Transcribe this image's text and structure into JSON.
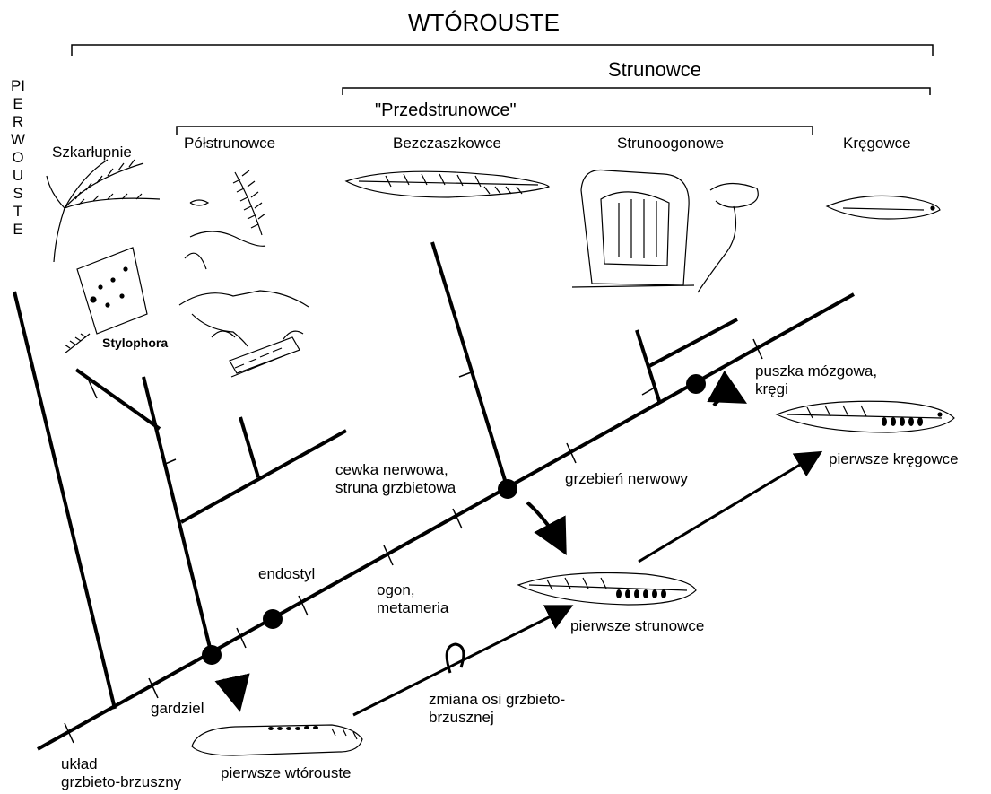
{
  "title": "WTÓROUSTE",
  "left_vertical_label": "PIERWOUSTE",
  "strunowce_label": "Strunowce",
  "przedstrunowce_label": "\"Przedstrunowce\"",
  "groups": {
    "szkarlupnie": "Szkarłupnie",
    "stylophora": "Stylophora",
    "polstrunowce": "Półstrunowce",
    "bezczaszkowce": "Bezczaszkowce",
    "strunoogonowe": "Strunoogonowe",
    "kregowce": "Kręgowce"
  },
  "characters": {
    "uklad": "układ\ngrzbieto-brzuszny",
    "gardziel": "gardziel",
    "endostyl": "endostyl",
    "ogon": "ogon,\nmetameria",
    "cewka": "cewka nerwowa,\nstruna grzbietowa",
    "grzebien": "grzebień nerwowy",
    "puszka": "puszka mózgowa,\nkręgi",
    "zmiana_osi": "zmiana osi grzbieto-\nbrzusznej"
  },
  "ancestors": {
    "wtorouste": "pierwsze wtórouste",
    "strunowce": "pierwsze strunowce",
    "kregowce": "pierwsze kręgowce"
  }
}
